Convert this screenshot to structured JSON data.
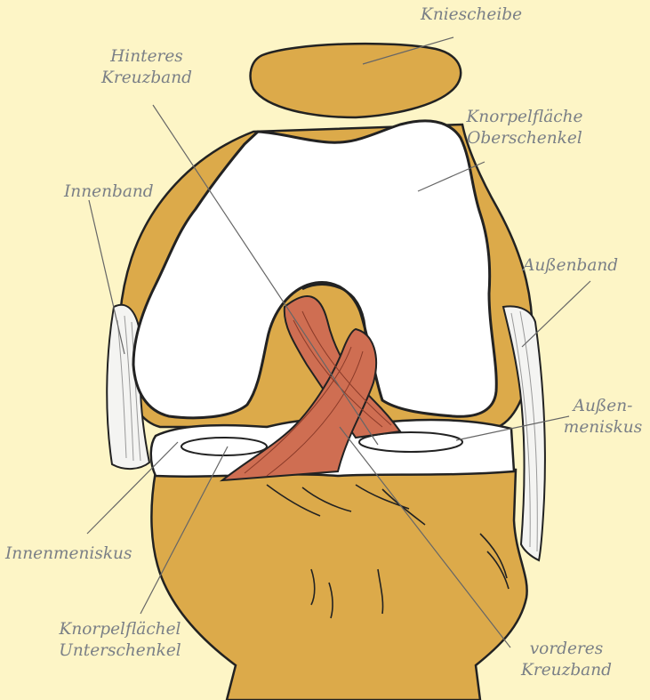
{
  "diagram": {
    "labels": {
      "kniescheibe": "Kniescheibe",
      "hinteres_kreuzband": [
        "Hinteres",
        "Kreuzband"
      ],
      "knorpelflaeche_oberschenkel": [
        "Knorpelfläche",
        "Oberschenkel"
      ],
      "innenband": "Innenband",
      "aussenband": "Außenband",
      "aussenmeniskus": [
        "Außen-",
        "meniskus"
      ],
      "innenmeniskus": "Innenmeniskus",
      "knorpelflaechel_unterschenkel": [
        "Knorpelflächel",
        "Unterschenkel"
      ],
      "vorderes_kreuzband": [
        "vorderes",
        "Kreuzband"
      ]
    },
    "colors": {
      "background": "#fdf5c6",
      "bone": "#dcaa4a",
      "cartilage": "#ffffff",
      "ligament": "#cf6e52",
      "outline": "#222222",
      "label_text": "#7a7f86",
      "leader_line": "#666666"
    }
  }
}
